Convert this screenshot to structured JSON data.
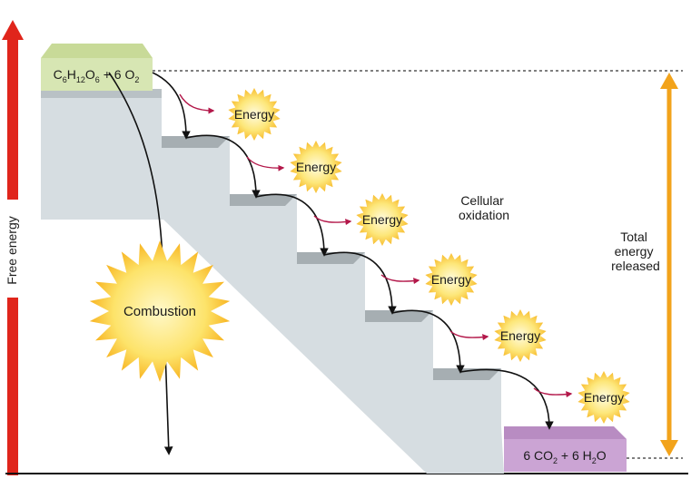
{
  "axis": {
    "y_label": "Free energy"
  },
  "reactants": {
    "text": "C6H12O6 + 6 O2"
  },
  "products": {
    "text": "6 CO2 + 6 H2O"
  },
  "energy_bursts": [
    "Energy",
    "Energy",
    "Energy",
    "Energy",
    "Energy",
    "Energy"
  ],
  "combustion": {
    "label": "Combustion"
  },
  "cellular_oxidation": {
    "line1": "Cellular",
    "line2": "oxidation"
  },
  "total_energy": {
    "line1": "Total",
    "line2": "energy",
    "line3": "released"
  },
  "colors": {
    "axis_arrow": "#e0251b",
    "total_arrow": "#f2a31b",
    "stair_front": "#d6dde1",
    "stair_top": "#a6aeb2",
    "reactant_box": "#d7e6b3",
    "product_box": "#cba4d4",
    "burst": "#f8b92a",
    "release_arrow": "#b3184a"
  }
}
